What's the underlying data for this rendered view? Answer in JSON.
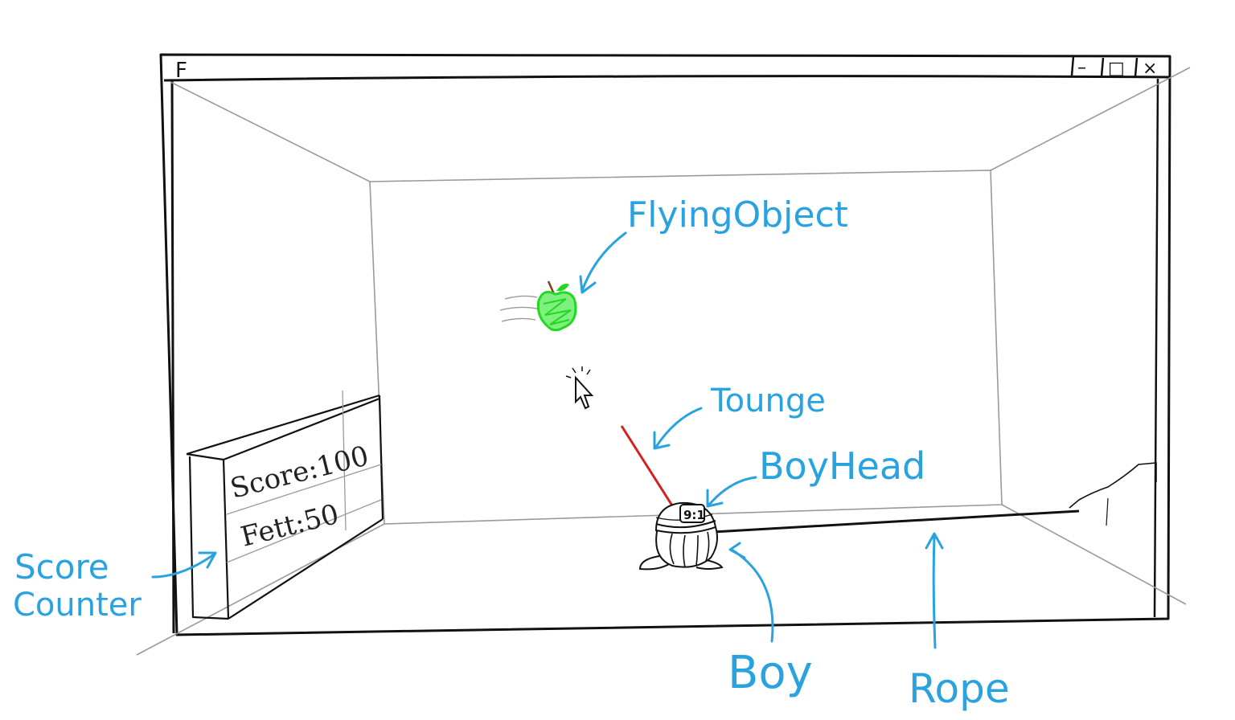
{
  "window": {
    "title_glyph": "F",
    "controls": {
      "minimize": "–",
      "maximize": "□",
      "close": "×"
    }
  },
  "scoreboard": {
    "score_label": "Score:100",
    "fett_label": "Fett:50"
  },
  "boy_head": {
    "face_text": "9:1"
  },
  "annotations": {
    "flying_object": "FlyingObject",
    "tounge": "Tounge",
    "boy_head": "BoyHead",
    "boy": "Boy",
    "rope": "Rope",
    "score_counter_line1": "Score",
    "score_counter_line2": "Counter"
  },
  "colors": {
    "annotation": "#29a3e0",
    "apple": "#22d822",
    "tongue": "#d81f1f",
    "ink": "#111111"
  }
}
